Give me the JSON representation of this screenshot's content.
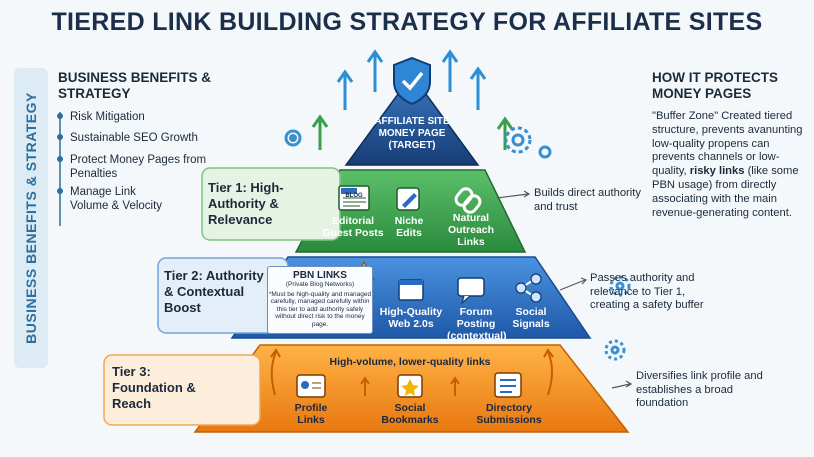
{
  "title": "TIERED LINK BUILDING STRATEGY FOR AFFILIATE SITES",
  "left_sidebar": {
    "vertical_label": "BUSINESS BENEFITS & STRATEGY",
    "heading": "BUSINESS BENEFITS & STRATEGY",
    "items": [
      "Risk Mitigation",
      "Sustainable SEO Growth",
      "Protect Money Pages from Penalties",
      "Manage Link Volume & Velocity"
    ]
  },
  "right_sidebar": {
    "heading": "HOW IT PROTECTS MONEY PAGES",
    "body_1": "\"Buffer Zone\" Created tiered structure, prevents avanunting low-quality propens can prevents channels or low-quality, ",
    "body_bold": "risky links",
    "body_2": " (like some PBN usage) from directly associating with the main revenue-generating content."
  },
  "top": {
    "label": "AFFILIATE SITE MONEY PAGE (TARGET)"
  },
  "tier1": {
    "label": "Tier 1: High-Authority & Relevance",
    "note": "Builds direct authority and trust",
    "items": [
      "Editorial Guest Posts",
      "Niche Edits",
      "Natural Outreach Links"
    ],
    "blog_badge": "BLOG"
  },
  "tier2": {
    "label": "Tier 2: Authority & Contextual Boost",
    "note": "Passes authority and relevance to Tier 1, creating a safety buffer",
    "pbn_title": "PBN LINKS",
    "pbn_sub": "(Private Blog Networks)",
    "pbn_text": "*Must be high-quality and managed carefully, managed carefully within this tier to add authority safely without direct risk to the money page.",
    "items": [
      "High-Quality Web 2.0s",
      "Forum Posting (contextual)",
      "Social Signals"
    ]
  },
  "tier3": {
    "label": "Tier 3: Foundation & Reach",
    "note": "Diversifies link profile and establishes a broad foundation",
    "header": "High-volume, lower-quality links",
    "items": [
      "Profile Links",
      "Social Bookmarks",
      "Directory Submissions"
    ]
  },
  "colors": {
    "top": "#1f4e8c",
    "tier1": "#3a9e4b",
    "tier2": "#2a6bbf",
    "tier3": "#f08a1c",
    "accent": "#2a6fa0"
  }
}
